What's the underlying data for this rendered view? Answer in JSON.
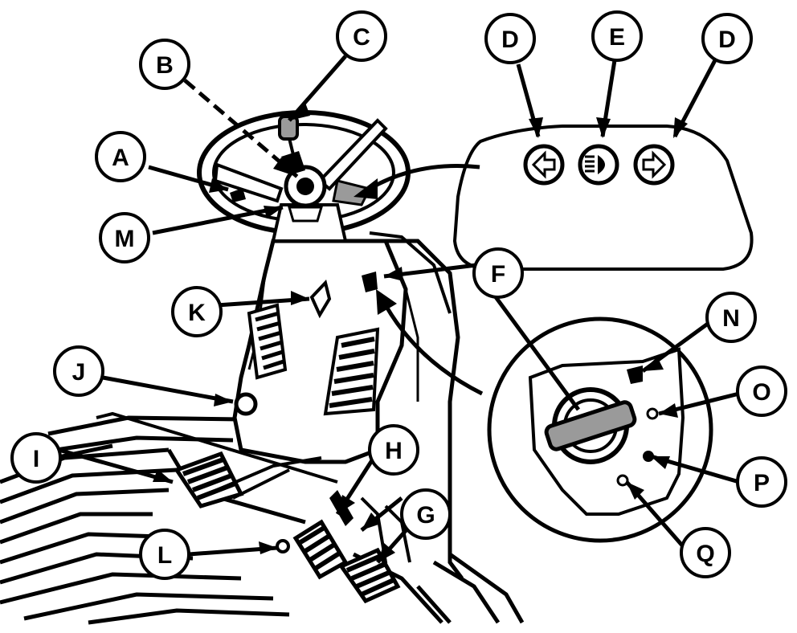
{
  "callout_labels": {
    "a": "A",
    "b": "B",
    "c": "C",
    "d_left": "D",
    "e": "E",
    "d_right": "D",
    "f": "F",
    "g": "G",
    "h": "H",
    "i": "I",
    "j": "J",
    "k": "K",
    "l": "L",
    "m": "M",
    "n": "N",
    "o": "O",
    "p": "P",
    "q": "Q"
  },
  "indicator_icons": [
    "turn-left-arrow-icon",
    "headlight-icon",
    "turn-right-arrow-icon"
  ],
  "colors": {
    "ink": "#000000",
    "paper": "#ffffff",
    "shade": "#9a9a9a"
  }
}
